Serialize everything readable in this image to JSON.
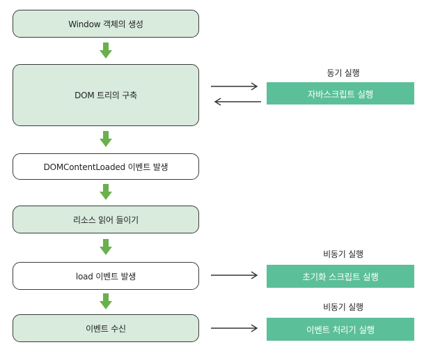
{
  "steps": [
    {
      "label": "Window 객체의 생성"
    },
    {
      "label": "DOM 트리의 구축"
    },
    {
      "label": "DOMContentLoaded 이벤트 발생"
    },
    {
      "label": "리소스 읽어 들이기"
    },
    {
      "label": "load 이벤트 발생"
    },
    {
      "label": "이벤트 수신"
    }
  ],
  "side": [
    {
      "caption": "동기 실행",
      "action": "자바스크립트 실행"
    },
    {
      "caption": "비동기 실행",
      "action": "초기화 스크립트 실행"
    },
    {
      "caption": "비동기 실행",
      "action": "이벤트 처리기 실행"
    }
  ],
  "colors": {
    "step_fill": "#d8ebdd",
    "action_fill": "#5bbf9a",
    "down_arrow": "#6ab04c",
    "border": "#3a3a3a"
  }
}
